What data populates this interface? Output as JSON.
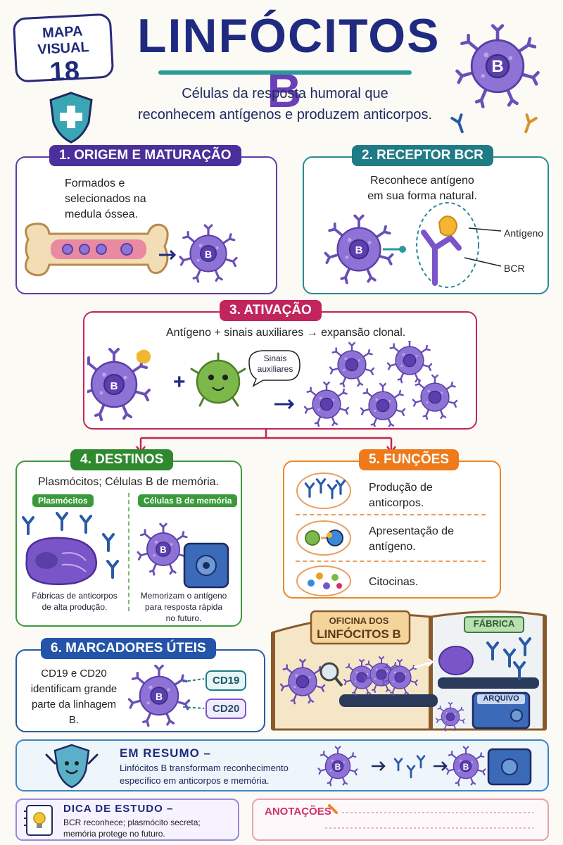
{
  "badge": {
    "line1": "MAPA VISUAL",
    "line2": "18"
  },
  "title": {
    "main": "LINFÓCITOS",
    "letter": "B"
  },
  "subtitle": {
    "line1": "Células da resposta humoral que",
    "line2": "reconhecem antígenos e produzem anticorpos."
  },
  "sections": {
    "origem": {
      "title": "1. ORIGEM E MATURAÇÃO",
      "text": [
        "Formados e",
        "selecionados na",
        "medula óssea."
      ]
    },
    "receptor": {
      "title": "2. RECEPTOR BCR",
      "text": [
        "Reconhece antígeno",
        "em sua forma natural."
      ],
      "label_antigen": "Antígeno",
      "label_bcr": "BCR"
    },
    "ativacao": {
      "title": "3. ATIVAÇÃO",
      "text": "Antígeno + sinais auxiliares → expansão clonal.",
      "bubble": [
        "Sinais",
        "auxiliares"
      ]
    },
    "destinos": {
      "title": "4. DESTINOS",
      "text": "Plasmócitos; Células B de memória.",
      "plasmocitos_label": "Plasmócitos",
      "memoria_label": "Células B de memória",
      "plasmocitos_caption": [
        "Fábricas de anticorpos",
        "de alta produção."
      ],
      "memoria_caption": [
        "Memorizam o antígeno",
        "para resposta rápida",
        "no futuro."
      ]
    },
    "funcoes": {
      "title": "5. FUNÇÕES",
      "items": [
        {
          "text": [
            "Produção de",
            "anticorpos."
          ]
        },
        {
          "text": [
            "Apresentação de",
            "antígeno."
          ]
        },
        {
          "text": [
            "Citocinas."
          ]
        }
      ]
    },
    "marcadores": {
      "title": "6. MARCADORES ÚTEIS",
      "text": [
        "CD19 e CD20",
        "identificam grande",
        "parte da linhagem B."
      ],
      "tag1": "CD19",
      "tag2": "CD20"
    }
  },
  "factory": {
    "sign": [
      "OFICINA DOS",
      "LINFÓCITOS B"
    ],
    "fabrica": "FÁBRICA",
    "arquivo": "ARQUIVO"
  },
  "cell_letter": "B",
  "summary": {
    "title": "EM RESUMO –",
    "text": "Linfócitos B transformam reconhecimento específico em anticorpos e memória."
  },
  "tip": {
    "title": "DICA DE ESTUDO –",
    "text": "BCR reconhece; plasmócito secreta; memória protege no futuro."
  },
  "notes": {
    "title": "ANOTAÇÕES"
  },
  "colors": {
    "cell": "#8f72d6",
    "navy": "#1f2a80",
    "teal": "#1f7c86",
    "magenta": "#c2255c",
    "green": "#2f8a2f",
    "orange": "#ee7a1c",
    "blue": "#2354a8"
  }
}
